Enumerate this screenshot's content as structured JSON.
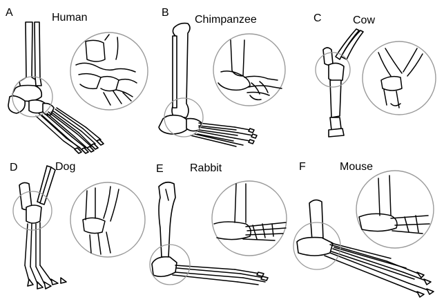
{
  "panels": [
    {
      "letter": "A",
      "species": "Human"
    },
    {
      "letter": "B",
      "species": "Chimpanzee"
    },
    {
      "letter": "C",
      "species": "Cow"
    },
    {
      "letter": "D",
      "species": "Dog"
    },
    {
      "letter": "E",
      "species": "Rabbit"
    },
    {
      "letter": "F",
      "species": "Mouse"
    }
  ],
  "colors": {
    "bone_outline": "#000000",
    "magnifier_ring": "#9a9a9a",
    "background": "#ffffff"
  }
}
